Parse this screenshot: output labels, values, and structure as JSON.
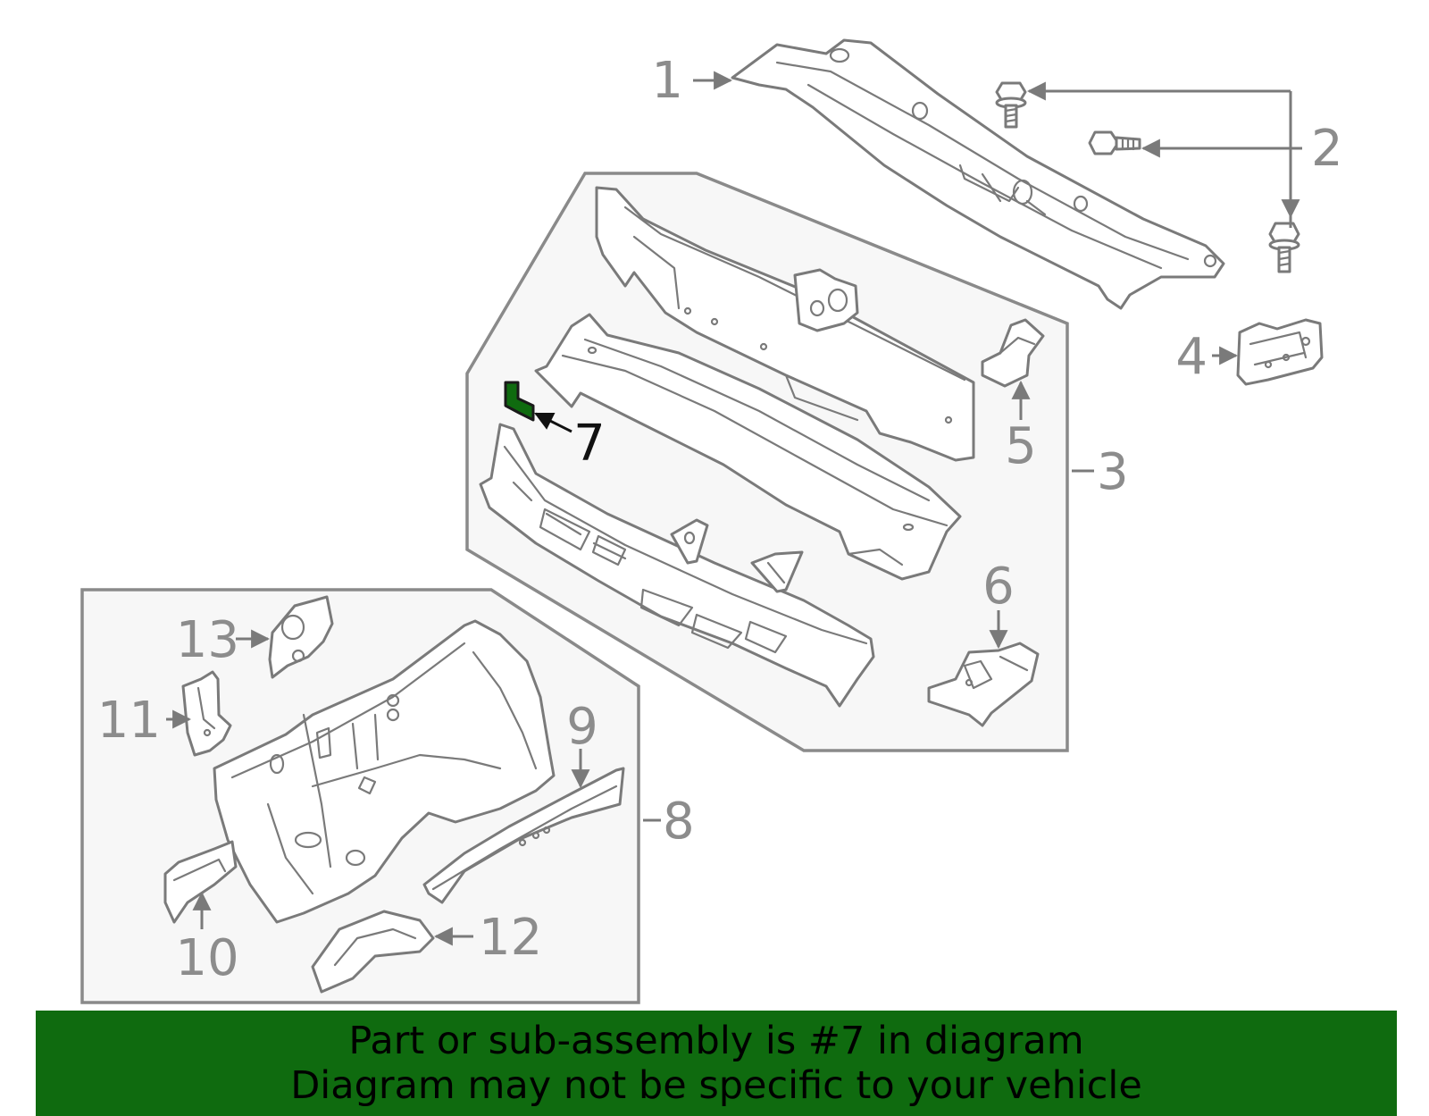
{
  "diagram": {
    "highlighted_callout": "7",
    "highlight_color": "#0f6b0f",
    "callouts": [
      {
        "id": "1",
        "label": "1"
      },
      {
        "id": "2",
        "label": "2"
      },
      {
        "id": "3",
        "label": "3"
      },
      {
        "id": "4",
        "label": "4"
      },
      {
        "id": "5",
        "label": "5"
      },
      {
        "id": "6",
        "label": "6"
      },
      {
        "id": "7",
        "label": "7"
      },
      {
        "id": "8",
        "label": "8"
      },
      {
        "id": "9",
        "label": "9"
      },
      {
        "id": "10",
        "label": "10"
      },
      {
        "id": "11",
        "label": "11"
      },
      {
        "id": "12",
        "label": "12"
      },
      {
        "id": "13",
        "label": "13"
      }
    ]
  },
  "banner": {
    "line1": "Part or sub-assembly is #7 in diagram",
    "line2": "Diagram may not be specific to your vehicle",
    "background": "#0f6b0f"
  }
}
